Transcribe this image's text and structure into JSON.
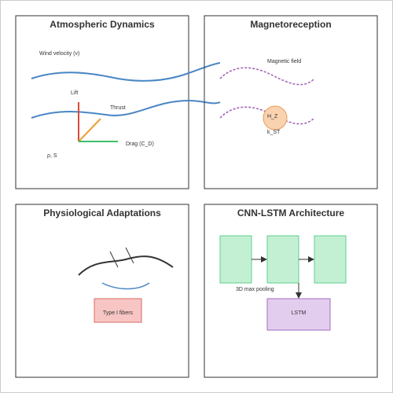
{
  "panels": {
    "atmospheric": {
      "title": "Atmospheric Dynamics",
      "wind_label": "Wind velocity (v)",
      "lift_label": "Lift",
      "thrust_label": "Thrust",
      "drag_label": "Drag (C_D)",
      "rho_label": "ρ, S"
    },
    "magneto": {
      "title": "Magnetoreception",
      "field_label": "Magnetic field",
      "hz_label": "H_Z",
      "kst_label": "k_ST"
    },
    "physio": {
      "title": "Physiological Adaptations",
      "fiber_label": "Type I fibers"
    },
    "cnn": {
      "title": "CNN-LSTM Architecture",
      "pool_label": "3D max pooling",
      "lstm_label": "LSTM"
    }
  },
  "colors": {
    "wind": "#4a86c5",
    "field": "#a05bb5",
    "lift": "#d94a3a",
    "thrust": "#e8a030",
    "drag": "#3cbf6a",
    "neuron_fill": "#f9d2b0",
    "neuron_stroke": "#e89a55",
    "fiber_fill": "#f7c6c4",
    "fiber_stroke": "#d96a66",
    "cnn_fill": "#c3f0d3",
    "cnn_stroke": "#5fcf8c",
    "lstm_fill": "#e3cdee",
    "lstm_stroke": "#a36cc2"
  }
}
